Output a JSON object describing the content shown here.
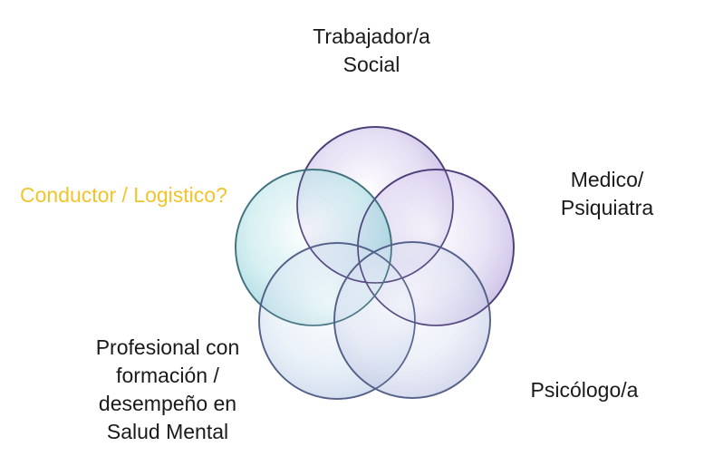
{
  "diagram": {
    "colors": {
      "highlight_label": "#f2c42b",
      "text": "#1a1a1a",
      "purple_fill": "#b7a9dc",
      "purple_stroke": "#4b3b78",
      "teal_fill": "#8dd2da",
      "teal_stroke": "#3d6f7c",
      "light_fill": "#c4d6ec",
      "light_stroke": "#4f5d86"
    },
    "labels": {
      "top": "Trabajador/a\nSocial",
      "right": "Medico/\nPsiquiatra",
      "left": "Conductor / Logistico?",
      "bottom_right": "Psicólogo/a",
      "bottom_left": "Profesional con\nformación /\ndesempeño en\nSalud Mental"
    }
  }
}
